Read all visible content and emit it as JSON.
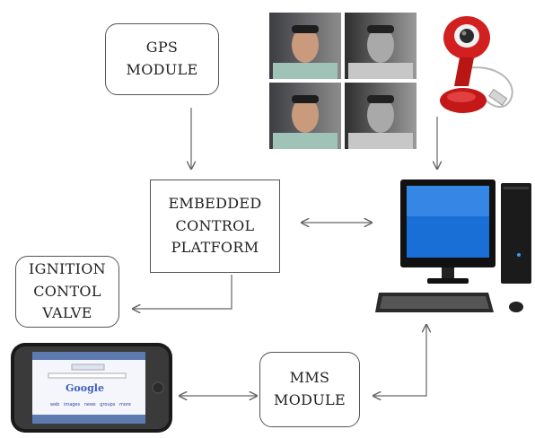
{
  "diagram": {
    "gps_module": "GPS\nMODULE",
    "embedded_platform": "EMBEDDED\nCONTROL\nPLATFORM",
    "ignition_valve": "IGNITION\nCONTOL\nVALVE",
    "mms_module": "MMS\nMODULE"
  },
  "phone_screen": {
    "logo": "Google",
    "nav_links": [
      "web",
      "images",
      "news",
      "groups",
      "more"
    ]
  },
  "images": {
    "face_grid": "driver-face-camera-frames",
    "webcam": "webcam-camera",
    "computer": "desktop-computer",
    "phone": "smartphone"
  },
  "colors": {
    "line": "#666666",
    "webcam_red": "#d21f1f",
    "monitor_blue": "#1a6fd6"
  }
}
